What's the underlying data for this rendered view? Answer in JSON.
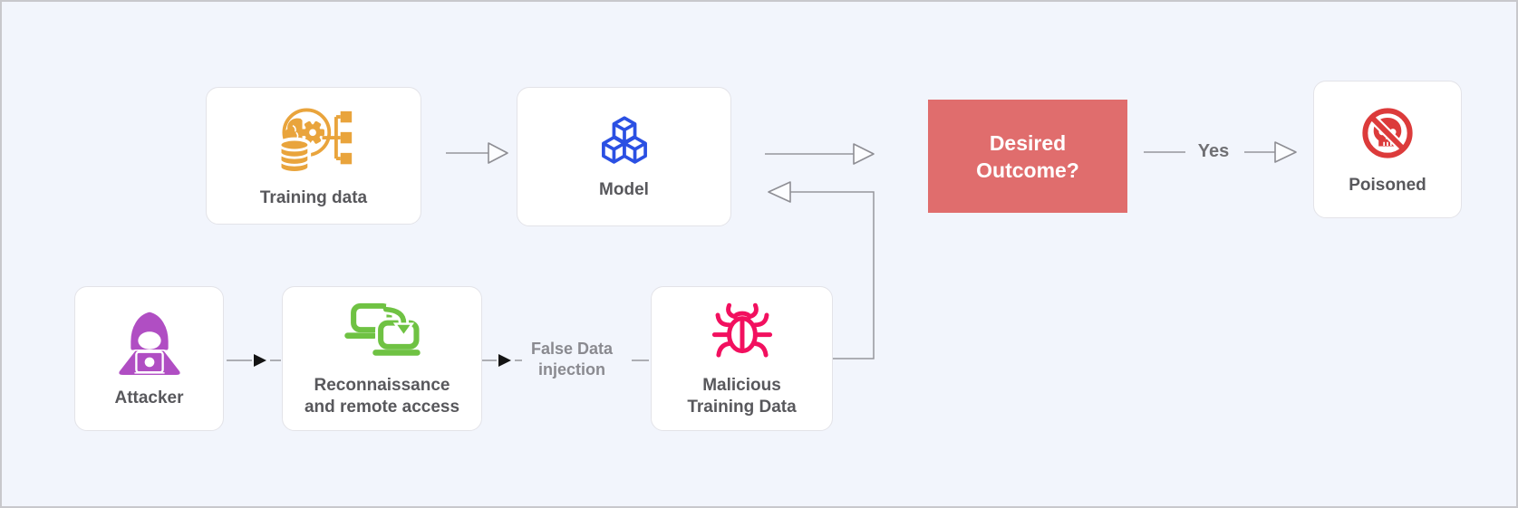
{
  "app": {
    "background": "#F2F5FC",
    "border_color": "#C8C8CC"
  },
  "nodes": {
    "training_data": {
      "label": "Training data",
      "color": "#E9A43C"
    },
    "model": {
      "label": "Model",
      "color": "#2B50E3"
    },
    "desired_outcome": {
      "label": "Desired Outcome?",
      "color": "#E06D6D",
      "text_color": "#FFFFFF"
    },
    "poisoned": {
      "label": "Poisoned",
      "color": "#DC3B3B"
    },
    "attacker": {
      "label": "Attacker",
      "color": "#B04EC3"
    },
    "reconnaissance": {
      "label": "Reconnaissance and remote access",
      "color": "#6FC243"
    },
    "malicious_training_data": {
      "label": "Malicious Training Data",
      "color": "#F2105F"
    }
  },
  "edges": {
    "yes_label": "Yes",
    "false_data_injection_label": "False Data injection"
  }
}
